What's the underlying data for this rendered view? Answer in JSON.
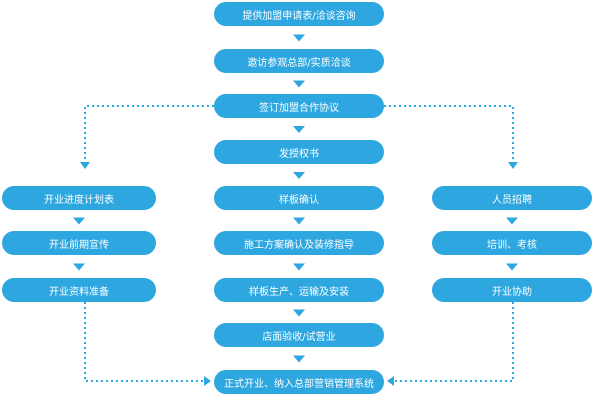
{
  "flow": {
    "center": [
      "提供加盟申请表/洽谈咨询",
      "邀访参观总部/实质洽谈",
      "签订加盟合作协议",
      "发授权书",
      "样板确认",
      "施工方案确认及装修指导",
      "样板生产、运输及安装",
      "店面验收/试营业",
      "正式开业、纳入总部营销管理系统"
    ],
    "left": [
      "开业进度计划表",
      "开业前期宣传",
      "开业资料准备"
    ],
    "right": [
      "人员招聘",
      "培训、考核",
      "开业协助"
    ]
  },
  "colors": {
    "node_fill": "#2ea7e0",
    "node_text": "#ffffff",
    "arrow": "#2ea7e0",
    "dotted_connector": "#2ea7e0"
  }
}
